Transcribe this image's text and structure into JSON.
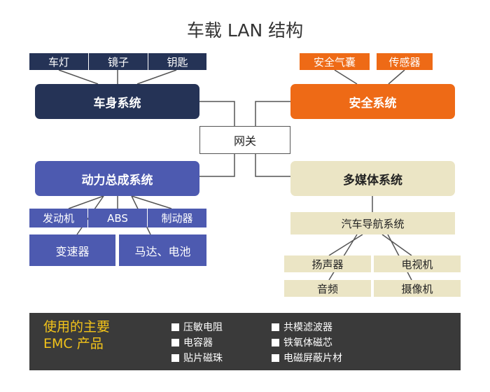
{
  "title": "车载 LAN 结构",
  "gateway": "网关",
  "body_system": {
    "label": "车身系统",
    "items": [
      "车灯",
      "镜子",
      "钥匙"
    ]
  },
  "safety_system": {
    "label": "安全系统",
    "items": [
      "安全气囊",
      "传感器"
    ]
  },
  "powertrain_system": {
    "label": "动力总成系统",
    "items": [
      "发动机",
      "ABS",
      "制动器"
    ],
    "boxes": [
      "变速器",
      "马达、电池"
    ]
  },
  "multimedia_system": {
    "label": "多媒体系统",
    "navigation": "汽车导航系统",
    "items": [
      "扬声器",
      "电视机",
      "音频",
      "摄像机"
    ]
  },
  "emc": {
    "title_line1": "使用的主要",
    "title_line2": "EMC 产品",
    "products": [
      "压敏电阻",
      "电容器",
      "贴片磁珠",
      "共模滤波器",
      "铁氧体磁芯",
      "电磁屏蔽片材"
    ]
  },
  "colors": {
    "navy": "#253356",
    "orange": "#ee6a16",
    "blue": "#4d5ab0",
    "beige": "#ebe5c5",
    "dark_panel": "#3a3a3a",
    "accent_yellow": "#f2c31a"
  }
}
